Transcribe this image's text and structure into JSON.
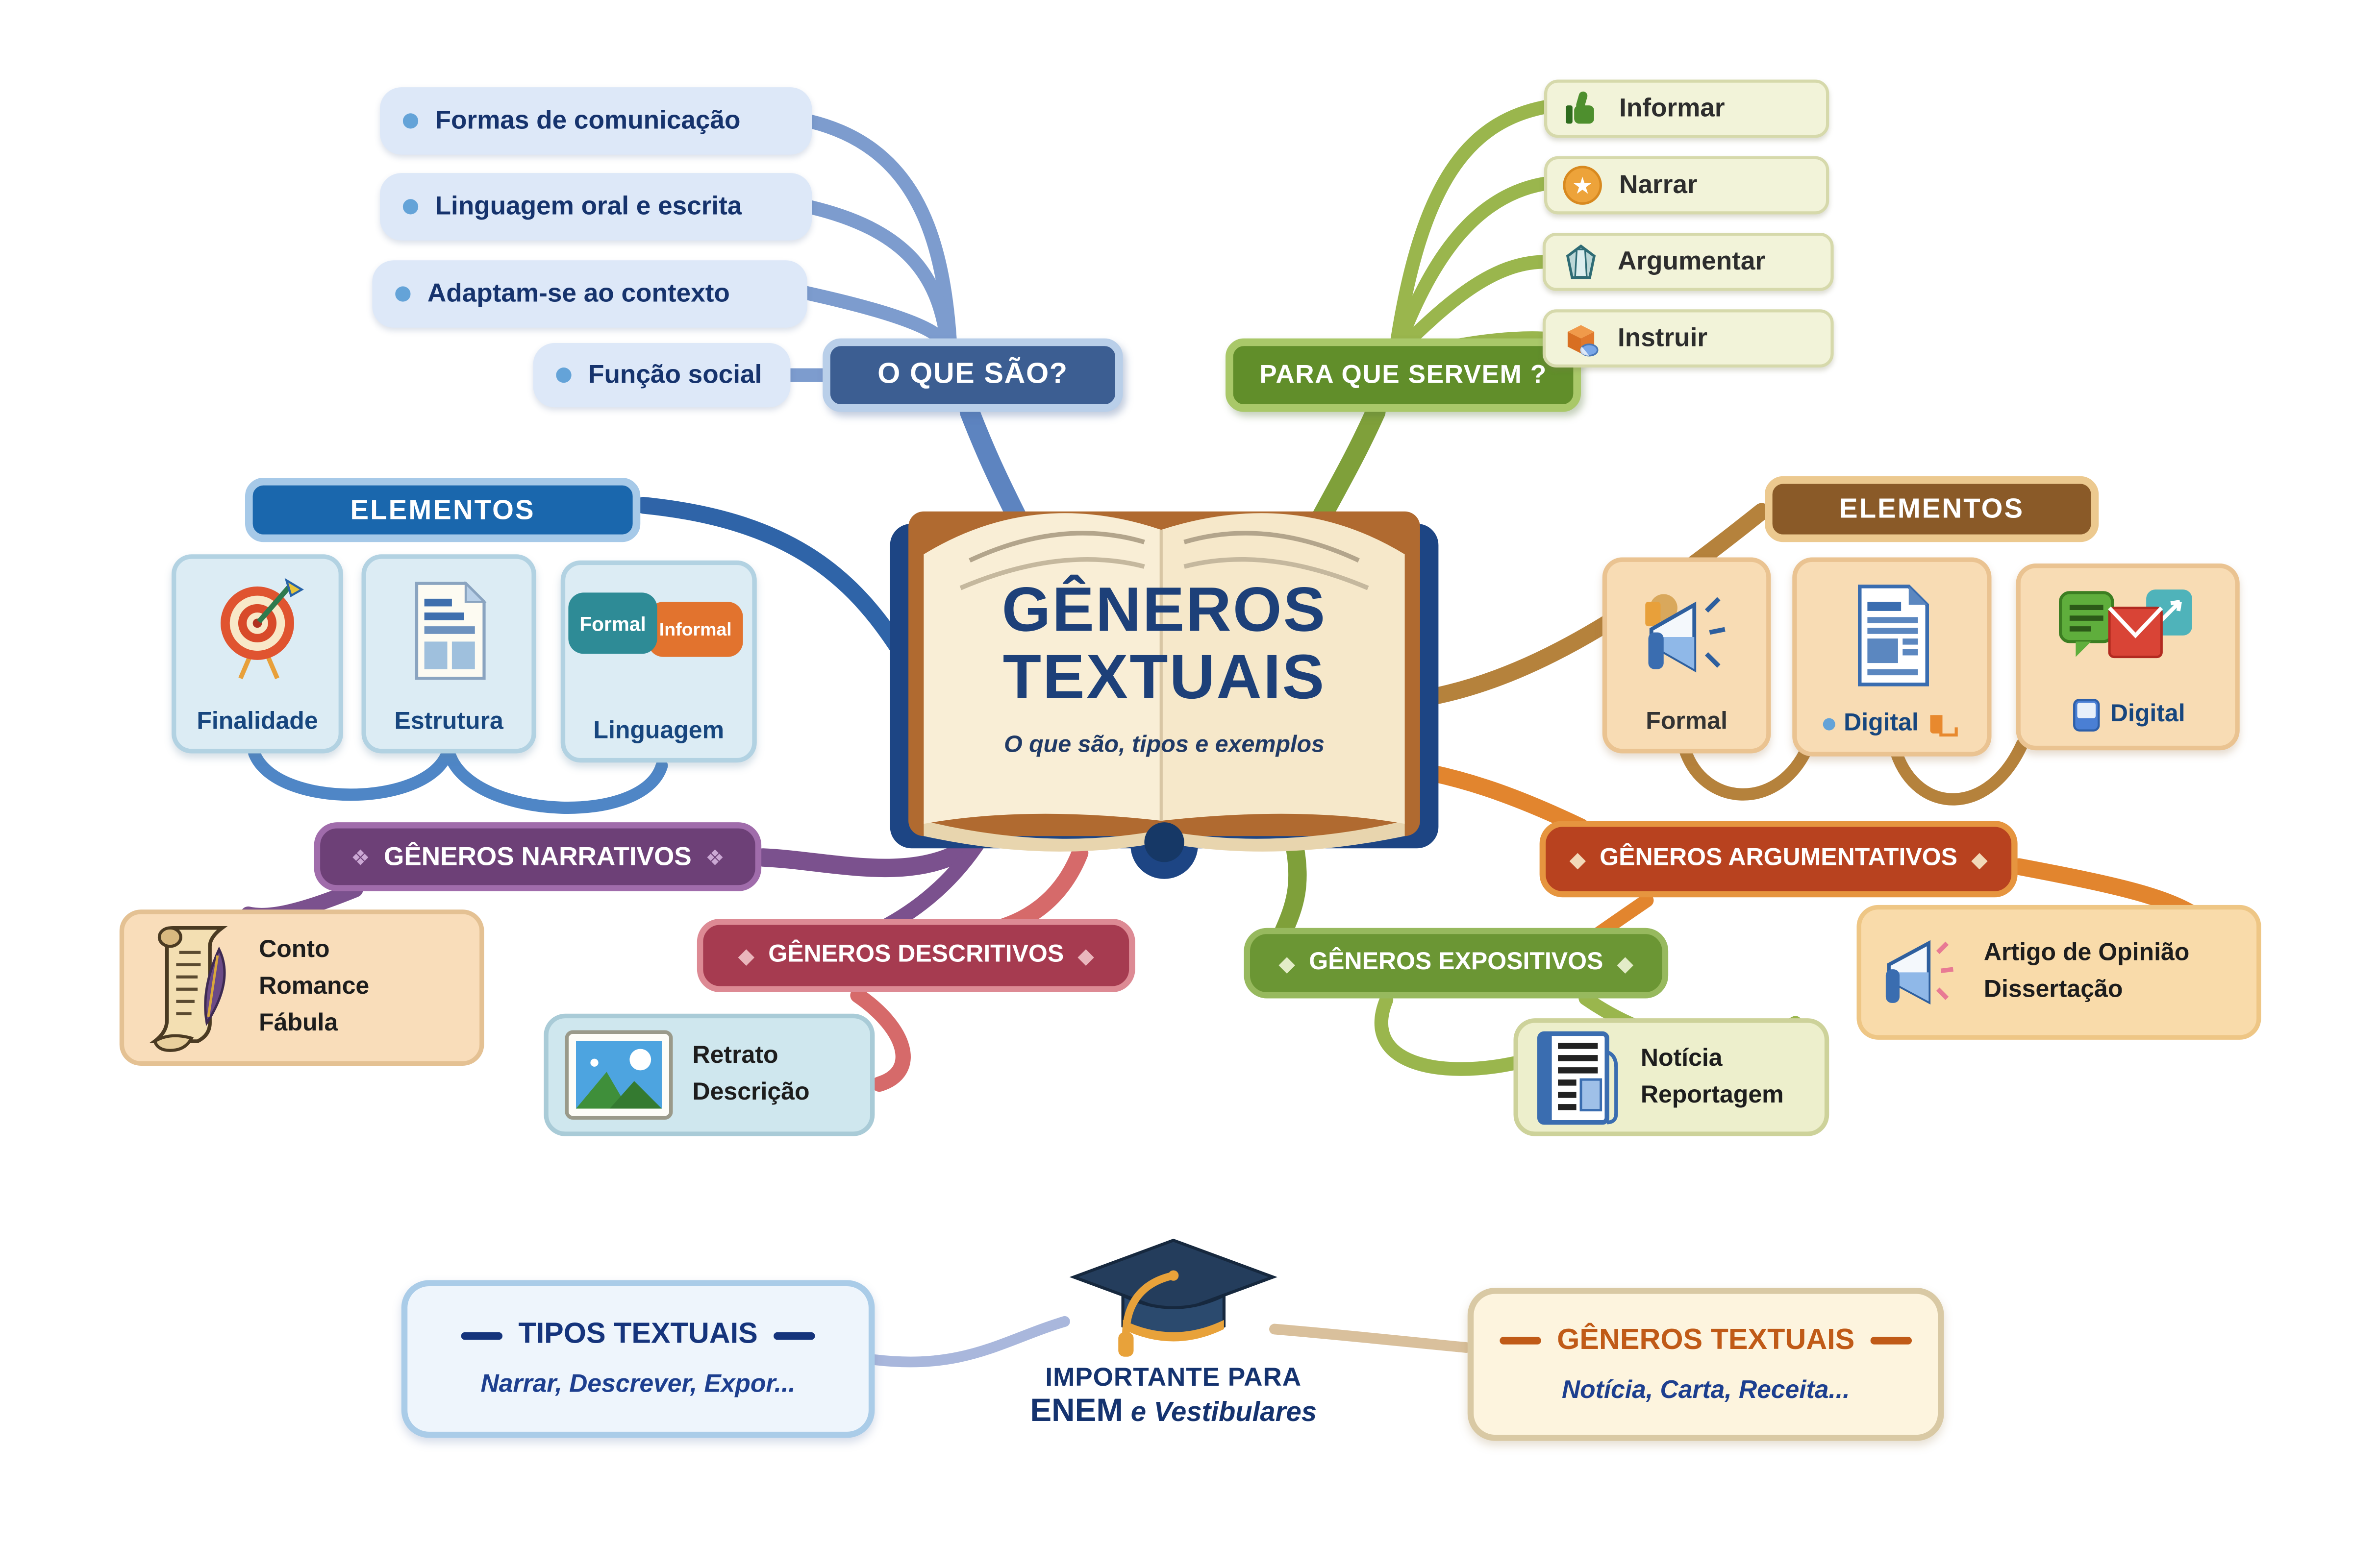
{
  "top_left": {
    "header": "O QUE SÃO?",
    "items": [
      {
        "label": "Formas de comunicação"
      },
      {
        "label": "Linguagem oral e escrita"
      },
      {
        "label": "Adaptam-se ao contexto"
      },
      {
        "label": "Função social"
      }
    ]
  },
  "top_right": {
    "header": "PARA QUE SERVEM ?",
    "items": [
      {
        "label": "Informar",
        "icon": "thumbs-up-icon"
      },
      {
        "label": "Narrar",
        "icon": "star-badge-icon"
      },
      {
        "label": "Argumentar",
        "icon": "gem-icon"
      },
      {
        "label": "Instruir",
        "icon": "box-pill-icon"
      }
    ]
  },
  "elementos_left": {
    "header": "ELEMENTOS",
    "cards": [
      {
        "label": "Finalidade",
        "icon": "target-dart-icon"
      },
      {
        "label": "Estrutura",
        "icon": "document-icon"
      },
      {
        "label": "Linguagem",
        "icon": "speech-bubbles-icon",
        "bubble_formal": "Formal",
        "bubble_informal": "Informal"
      }
    ]
  },
  "elementos_right": {
    "header": "ELEMENTOS",
    "cards": [
      {
        "label": "Formal",
        "icon": "megaphone-icon"
      },
      {
        "label": "Digital",
        "icon": "document-lines-icon"
      },
      {
        "label": "Digital",
        "icon": "chat-mail-icon"
      }
    ]
  },
  "center_book": {
    "title_line1": "GÊNEROS",
    "title_line2": "TEXTUAIS",
    "subtitle": "O que são, tipos e exemplos"
  },
  "narrativos": {
    "header": "GÊNEROS NARRATIVOS",
    "ornament": "❖",
    "examples": [
      "Conto",
      "Romance",
      "Fábula"
    ]
  },
  "descritivos": {
    "header": "GÊNEROS DESCRITIVOS",
    "ornament": "◆",
    "examples": [
      "Retrato",
      "Descrição"
    ]
  },
  "expositivos": {
    "header": "GÊNEROS EXPOSITIVOS",
    "ornament": "◆",
    "examples": [
      "Notícia",
      "Reportagem"
    ]
  },
  "argumentativos": {
    "header": "GÊNEROS ARGUMENTATIVOS",
    "ornament": "◆",
    "examples": [
      "Artigo de Opinião",
      "Dissertação"
    ]
  },
  "footer": {
    "tipos": {
      "title": "TIPOS TEXTUAIS",
      "subtitle": "Narrar, Descrever, Expor..."
    },
    "importante": {
      "line1": "IMPORTANTE PARA",
      "enem": "ENEM",
      "rest": " e Vestibulares"
    },
    "generos": {
      "title": "GÊNEROS TEXTUAIS",
      "subtitle": "Notícia, Carta, Receita..."
    }
  },
  "palette": {
    "blue_trunk": "#5d84c0",
    "green_trunk": "#7fa03a",
    "purple": "#7b518e",
    "red": "#d66a6a",
    "orange": "#e2852e",
    "gold": "#b5823c",
    "periwinkle": "#a9b7dc",
    "tan": "#d9c09c",
    "navy_text": "#16336d",
    "book_cover": "#1d4584",
    "book_pages": "#f9eed6",
    "book_edge": "#b06a30"
  }
}
